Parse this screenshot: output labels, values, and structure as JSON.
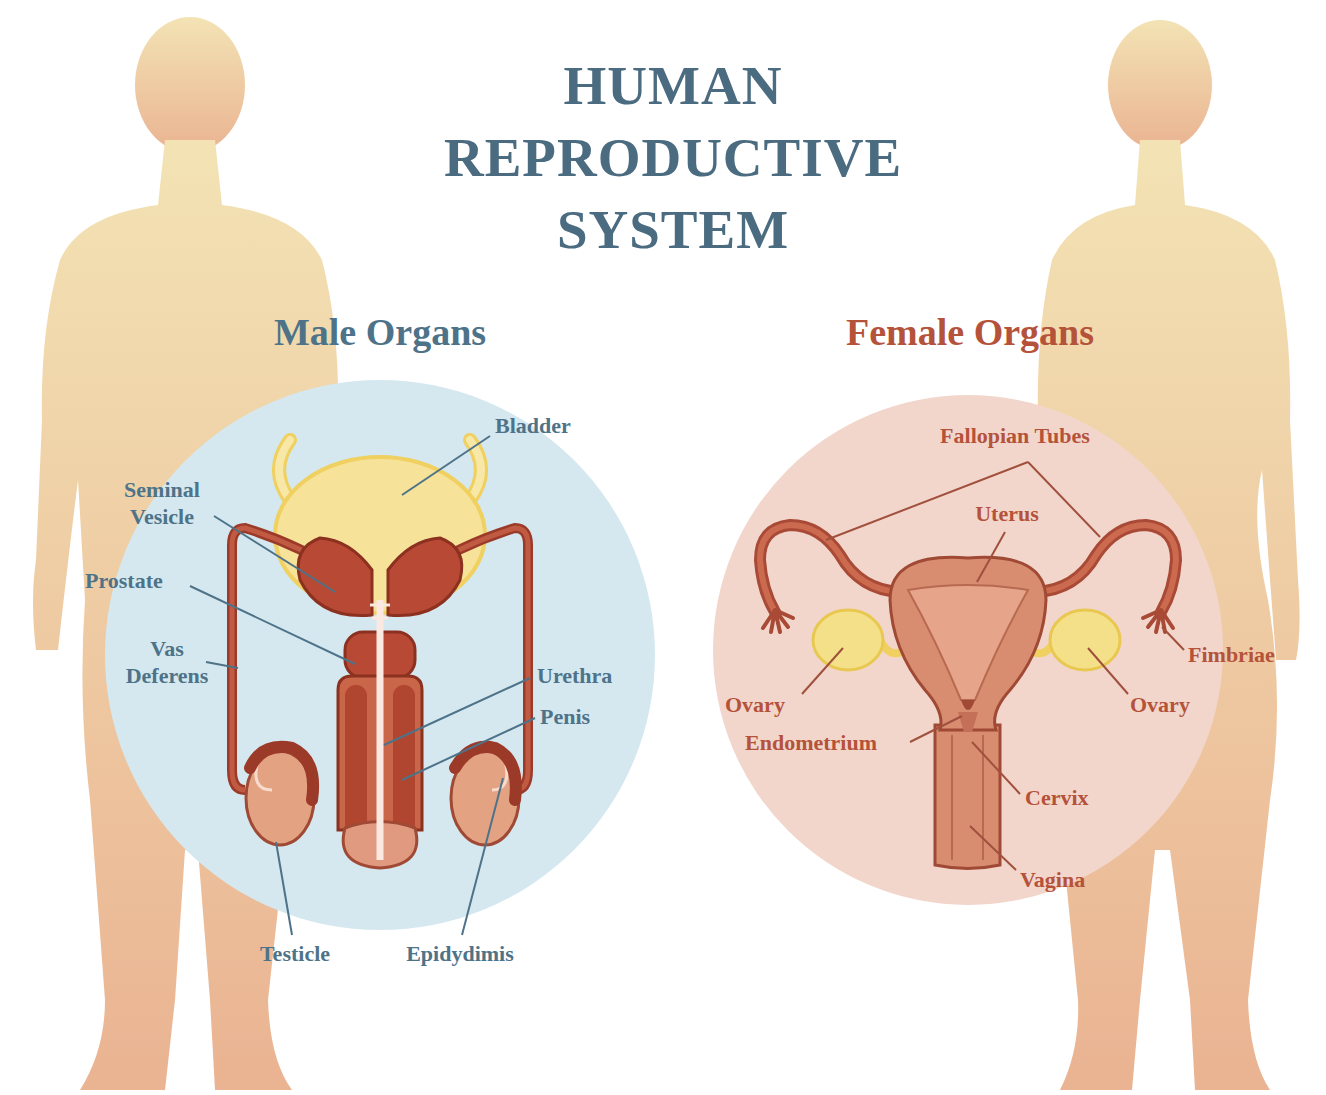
{
  "diagram": {
    "title": "HUMAN REPRODUCTIVE SYSTEM",
    "nodes": [
      {
        "text": [
          "Male Organs"
        ]
      },
      {
        "text": [
          "Female Organs"
        ]
      }
    ],
    "labels": [
      "Bladder",
      "Seminal Vesicle",
      "Prostate",
      "Vas Deferens",
      "Urethra",
      "Penis",
      "Testicle",
      "Epidydimis",
      "Fallopian Tubes",
      "Uterus",
      "Fimbriae",
      "Ovary",
      "Ovary",
      "Endometrium",
      "Cervix",
      "Vagina"
    ]
  }
}
